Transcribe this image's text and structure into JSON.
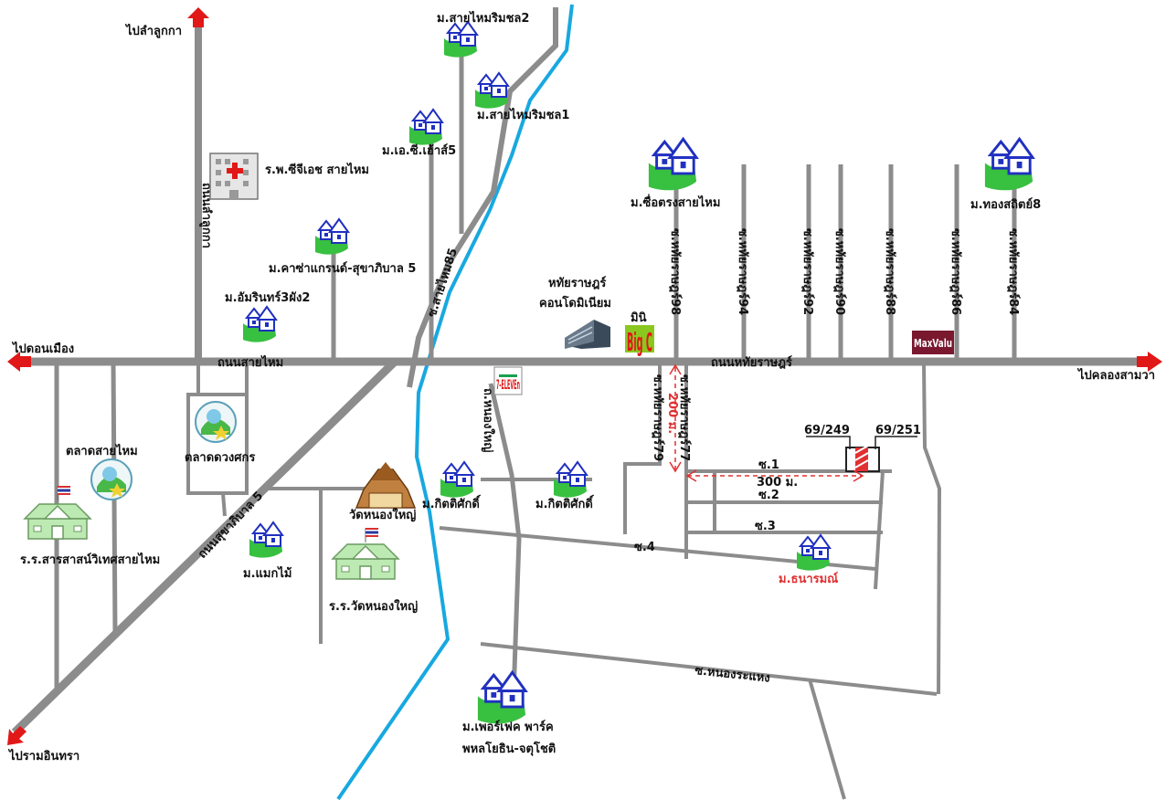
{
  "colors": {
    "road": "#8c8c8c",
    "canal": "#18a8e0",
    "arrow": "#e01818",
    "house": "#2030c0",
    "lawn": "#38c040",
    "school": "#bde9b3",
    "highlight": "#e03030"
  },
  "directions": {
    "north": "ไปลำลูกกา",
    "west": "ไปดอนเมือง",
    "east": "ไปคลองสามวา",
    "southwest": "ไปรามอินทรา"
  },
  "roads": {
    "main_west": "ถนนสายไหม",
    "main_east": "ถนนหทัยราษฎร์",
    "saimai85": "ซ.สายไหม85",
    "sukhaphiban5": "ถนนสุขาภิบาล 5",
    "lumlukka": "ถนนลำลูกกา",
    "nongyai": "ถ.หนองใหญ่",
    "soi_north_a": "ซ.หทัยราษฎร์98",
    "soi_north_b": "ซ.หทัยราษฎร์94",
    "soi_north_c": "ซ.หทัยราษฎร์92",
    "soi_north_d": "ซ.หทัยราษฎร์90",
    "soi_north_e": "ซ.หทัยราษฎร์88",
    "soi_north_f": "ซ.หทัยราษฎร์86",
    "soi_north_g": "ซ.หทัยราษฎร์84",
    "soi_south_a": "ซ.หทัยราษฎร์79",
    "soi_south_b": "ซ.หทัยราษฎร์77",
    "soi1": "ซ.1",
    "soi2": "ซ.2",
    "soi3": "ซ.3",
    "soi4": "ซ.4",
    "nongrahaeng": "ซ.หนองระแหง"
  },
  "places": {
    "saimai_rimchon2": "ม.สายไหมริมชล2",
    "saimai_rimchon1": "ม.สายไหมริมชล1",
    "ac_house5": "ม.เอ.ซี.เฮ้าส์5",
    "hospital": "ร.พ.ซีจีเอช สายไหม",
    "casa_grand": "ม.คาซ่าแกรนด์-สุขาภิบาล 5",
    "amarin": "ม.อัมรินทร์3ผัง2",
    "condo_line1": "หทัยราษฎร์",
    "condo_line2": "คอนโดมิเนียม",
    "big_c_label": "มินิ",
    "big_c_logo": "Big C",
    "seven_eleven": "7-ELEVEn",
    "maxvalu": "MaxValu",
    "sueatrong": "ม.ซื่อตรงสายไหม",
    "thongsathit": "ม.ทองสถิตย์8",
    "market_saimai": "ตลาดสายไหม",
    "market_duangsakorn": "ตลาดดวงศกร",
    "school_sarasat": "ร.ร.สารสาสน์วิเทศสายไหม",
    "maekmai": "ม.แมกไม้",
    "wat_nongyai": "วัดหนองใหญ่",
    "school_wat_nongyai": "ร.ร.วัดหนองใหญ่",
    "kittisak_a": "ม.กิตติศักดิ์",
    "kittisak_b": "ม.กิตติศักดิ์",
    "thanarom": "ม.ธนารมณ์",
    "perfect_park_1": "ม.เพอร์เฟค พาร์ค",
    "perfect_park_2": "พหลโยธิน-จตุโชติ"
  },
  "target": {
    "plot_a": "69/249",
    "plot_b": "69/251",
    "dist_vertical": "200 ม.",
    "dist_horizontal": "300 ม."
  }
}
